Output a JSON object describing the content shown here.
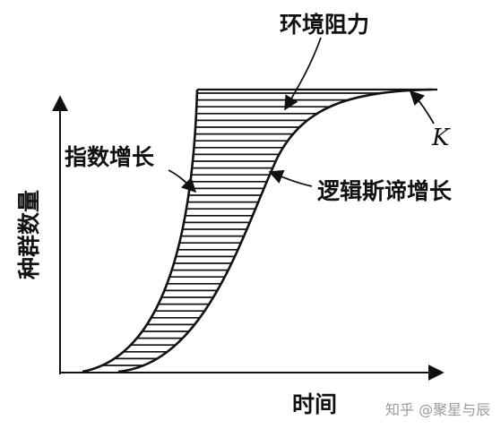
{
  "labels": {
    "environmental_resistance": "环境阻力",
    "exponential_growth": "指数增长",
    "logistic_growth": "逻辑斯谛增长",
    "carrying_capacity": "K",
    "y_axis": "种群数量",
    "x_axis": "时间"
  },
  "watermark": "知乎 @聚星与辰",
  "colors": {
    "ink": "#111111",
    "watermark": "#9a9a9a",
    "background": "#ffffff"
  }
}
